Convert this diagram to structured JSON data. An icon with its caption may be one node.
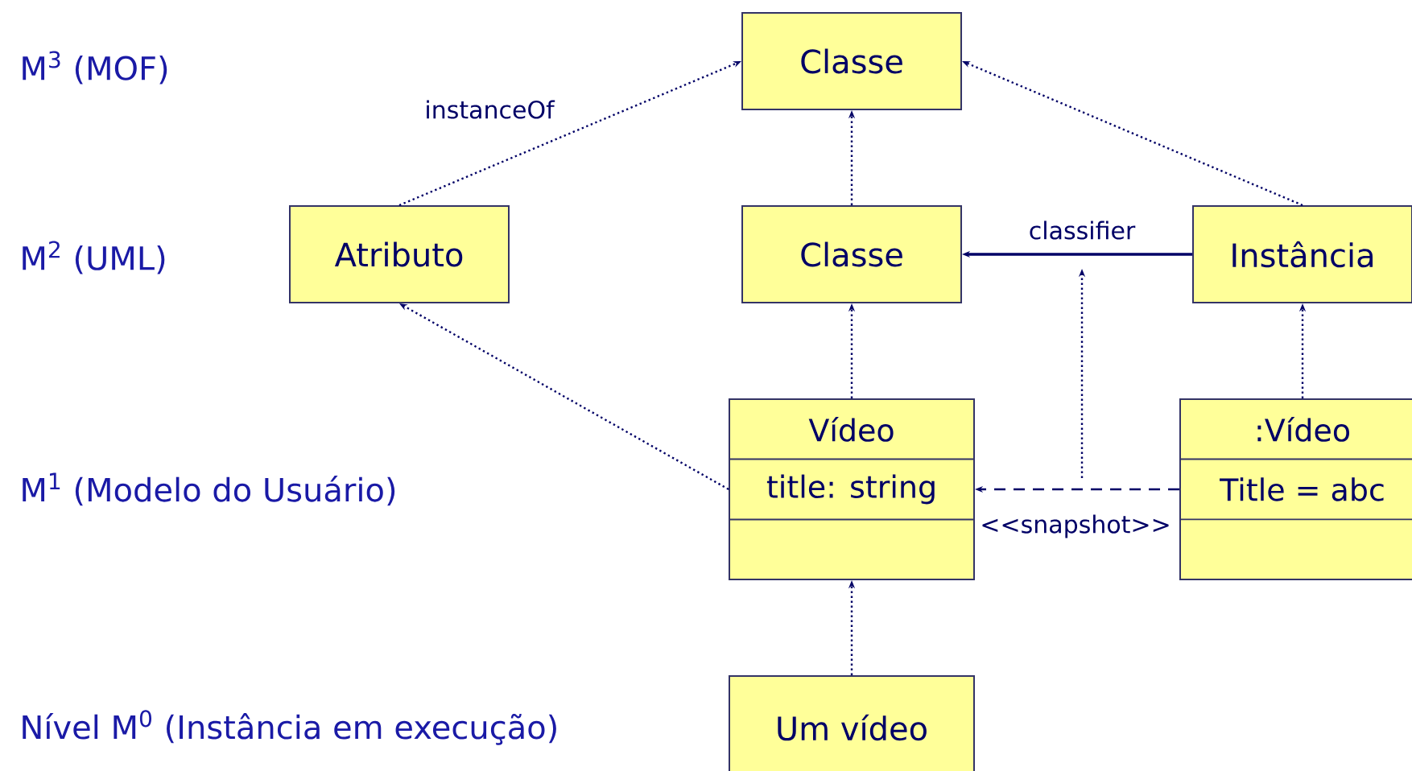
{
  "diagram": {
    "nodes": [
      {
        "text": [
          "Classe"
        ]
      },
      {
        "text": [
          "Atributo"
        ]
      },
      {
        "text": [
          "Classe"
        ]
      },
      {
        "text": [
          "Instância"
        ]
      },
      {
        "text": [
          "Vídeo",
          "title: string"
        ]
      },
      {
        "text": [
          ":Vídeo",
          "Title = abc"
        ]
      },
      {
        "text": [
          "Um vídeo"
        ]
      }
    ],
    "edges": [
      {
        "from": 1,
        "to": 0,
        "arrow": "to",
        "label": "instanceOf",
        "style": "dashed"
      },
      {
        "from": 2,
        "to": 0,
        "arrow": "to",
        "style": "dashed"
      },
      {
        "from": 3,
        "to": 0,
        "arrow": "to",
        "style": "dashed"
      },
      {
        "from": 3,
        "to": 2,
        "arrow": "to",
        "label": "classifier"
      },
      {
        "from": 4,
        "to": 2,
        "arrow": "to",
        "style": "dashed"
      },
      {
        "from": 4,
        "to": 1,
        "arrow": "to",
        "style": "dashed"
      },
      {
        "from": 5,
        "to": 3,
        "arrow": "to",
        "style": "dashed"
      },
      {
        "from": 5,
        "to": 4,
        "arrow": "to",
        "label": "<<snapshot>>",
        "style": "dashed"
      },
      {
        "from": 6,
        "to": 4,
        "arrow": "to",
        "style": "dashed"
      }
    ],
    "labels": [
      "M$^{3}$ (MOF)",
      "M$^{2}$ (UML)",
      "M$^{1}$ (Modelo do Usuário)",
      "Nível M$^{0}$ (Instância em execução)"
    ]
  }
}
